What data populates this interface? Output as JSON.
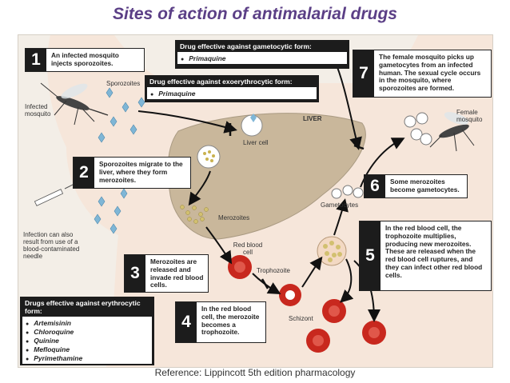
{
  "title": "Sites of action of antimalarial drugs",
  "reference": "Reference: Lippincott 5th edition pharmacology",
  "drug_boxes": {
    "gametocytic": {
      "header": "Drug effective against gametocytic form:",
      "drugs": [
        "Primaquine"
      ]
    },
    "exoerythrocytic": {
      "header": "Drug effective against exoerythrocytic form:",
      "drugs": [
        "Primaquine"
      ]
    },
    "erythrocytic": {
      "header": "Drugs effective against erythrocytic form:",
      "drugs": [
        "Artemisinin",
        "Chloroquine",
        "Quinine",
        "Mefloquine",
        "Pyrimethamine"
      ]
    }
  },
  "steps": [
    {
      "number": "1",
      "text": "An infected mosquito injects sporozoites."
    },
    {
      "number": "2",
      "text": "Sporozoites migrate to the liver, where they form merozoites."
    },
    {
      "number": "3",
      "text": "Merozoites are released and invade red blood cells."
    },
    {
      "number": "4",
      "text": "In the red blood cell, the merozoite becomes a trophozoite."
    },
    {
      "number": "5",
      "text": "In the red blood cell, the trophozoite multiplies, producing new merozoites. These are released when the red blood cell ruptures, and they can infect other red blood cells."
    },
    {
      "number": "6",
      "text": "Some merozoites become gametocytes."
    },
    {
      "number": "7",
      "text": "The female mosquito picks up gametocytes from an infected human. The sexual cycle occurs in the mosquito, where sporozoites are formed."
    }
  ],
  "labels": {
    "sporozoites": "Sporozoites",
    "infected_mosquito": "Infected mosquito",
    "liver": "LIVER",
    "liver_cell": "Liver cell",
    "merozoites": "Merozoites",
    "red_blood_cell": "Red blood cell",
    "trophozoite": "Trophozoite",
    "schizont": "Schizont",
    "gametocytes": "Gametocytes",
    "female_mosquito": "Female mosquito",
    "infection_note": "Infection can also result from use of a blood-contaminated needle"
  },
  "colors": {
    "title": "#5b3f86",
    "liver": "#c9b79b",
    "rbc": "#c8281e",
    "box_dark": "#1c1c1c",
    "sporozoite": "#7fb6d6"
  }
}
